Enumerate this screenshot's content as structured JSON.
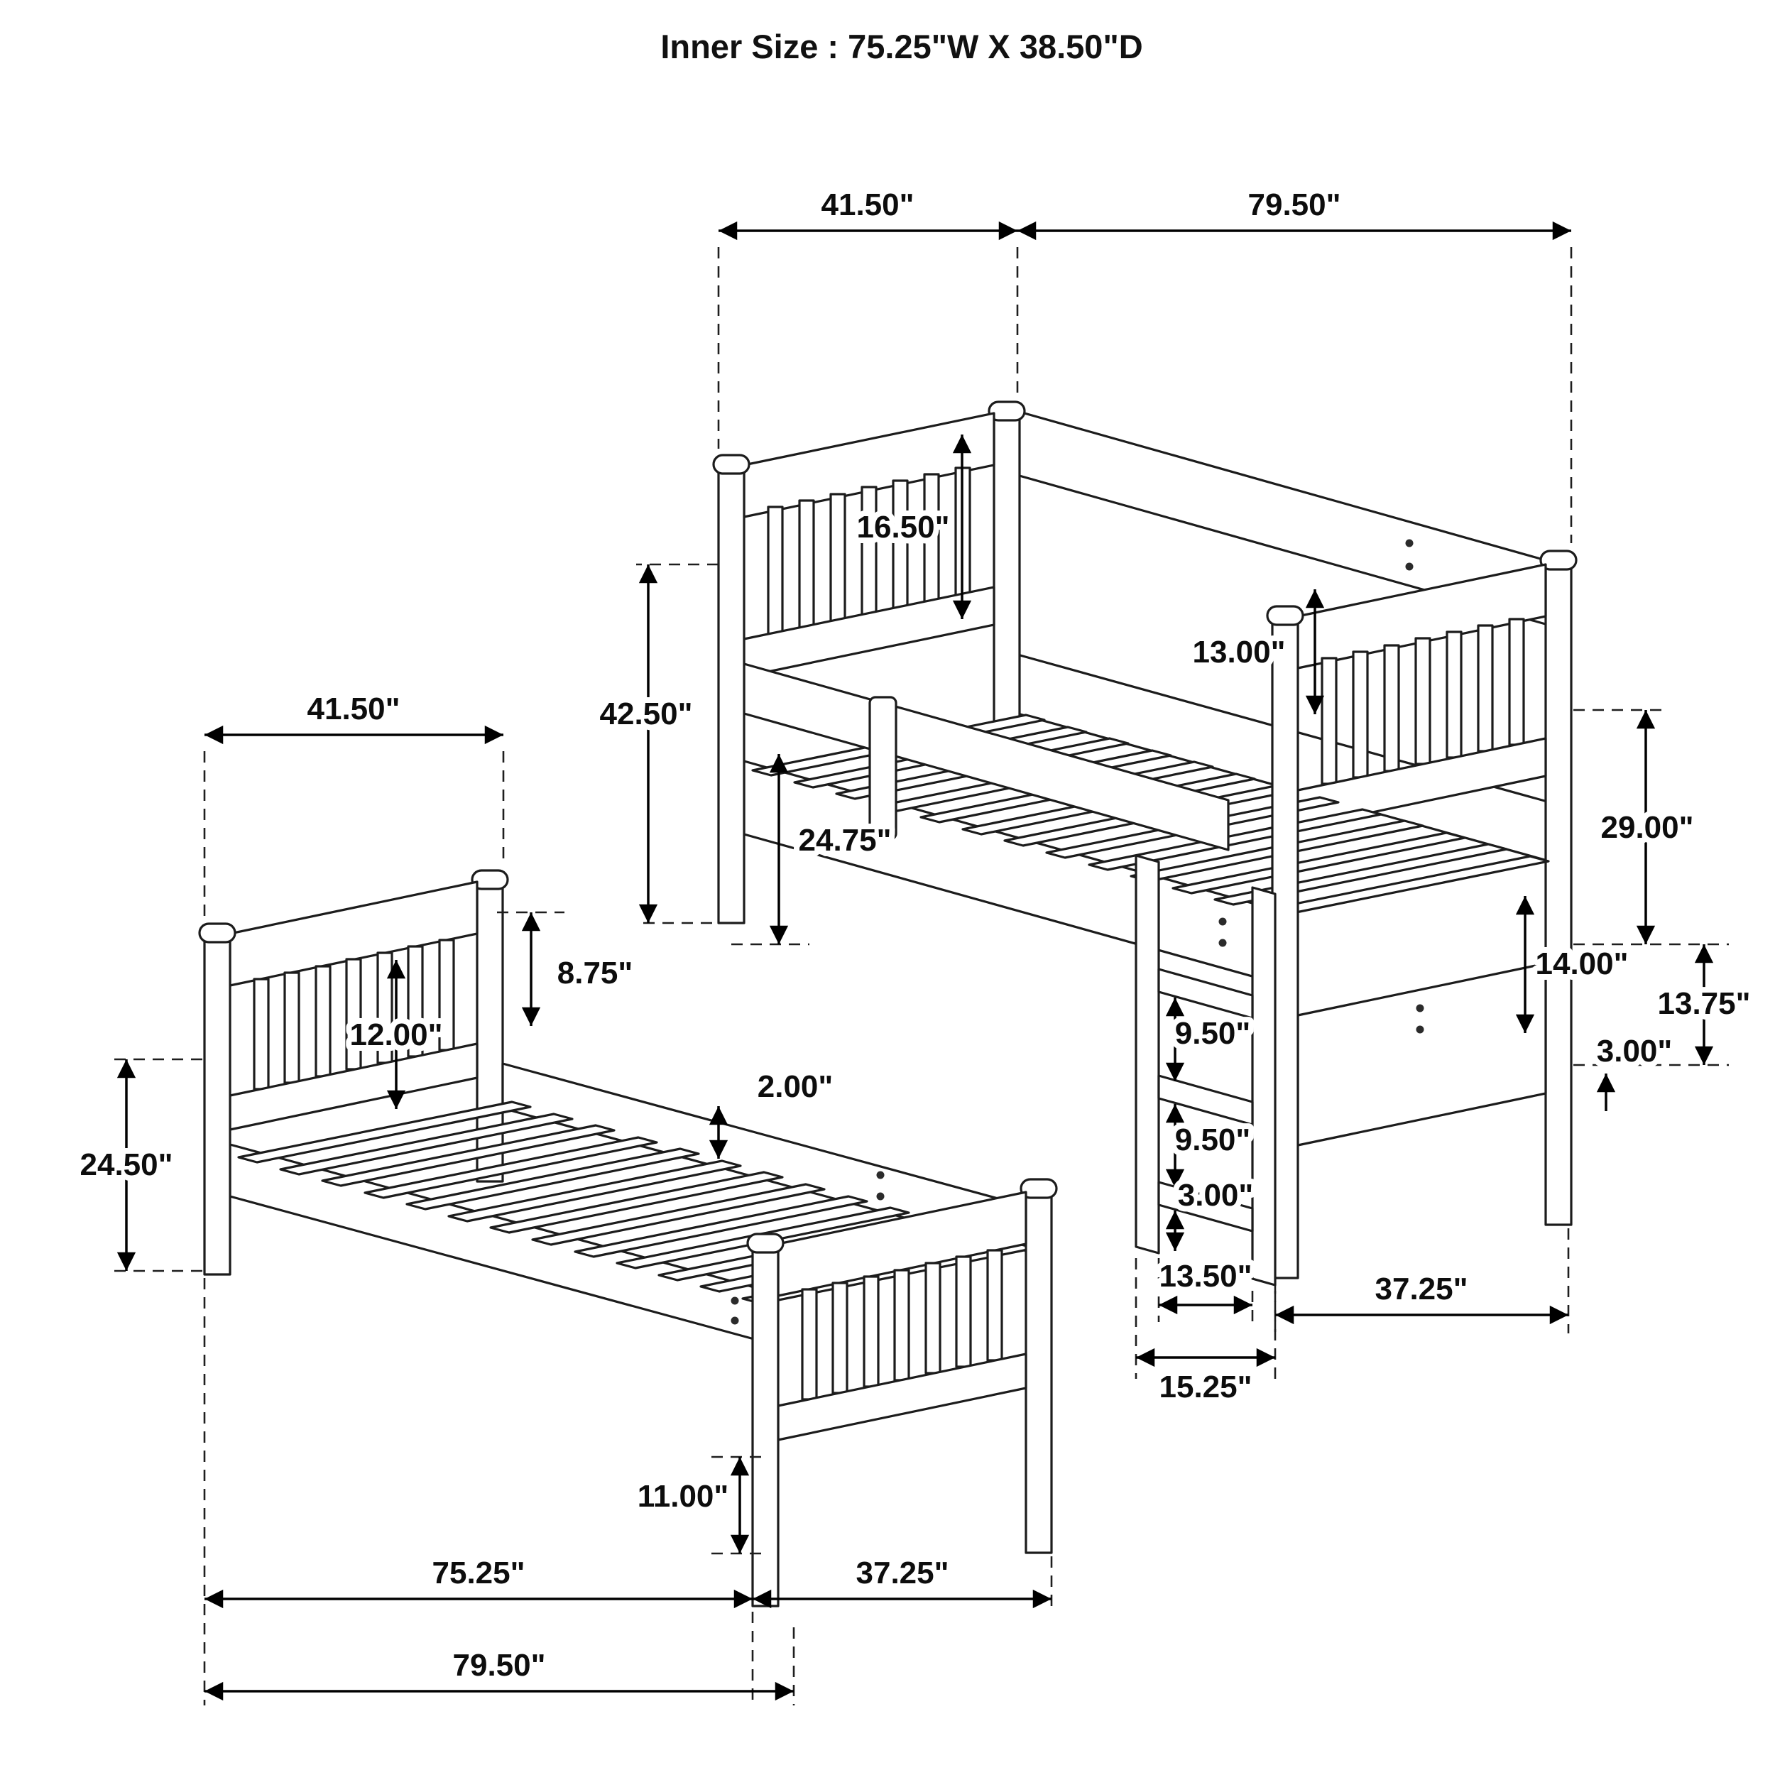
{
  "title": "Inner Size : 75.25\"W X  38.50\"D",
  "dims": {
    "upper_head_width": "41.50\"",
    "upper_length": "79.50\"",
    "upper_headboard_height": "16.50\"",
    "upper_rail_gap": "13.00\"",
    "upper_height": "42.50\"",
    "under_clearance": "24.75\"",
    "right_post_height": "29.00\"",
    "lower_head_width": "41.50\"",
    "rail_height": "8.75\"",
    "lower_headboard_panel": "12.00\"",
    "slat_thickness": "2.00\"",
    "lower_post_height": "24.50\"",
    "end_panel_height": "14.00\"",
    "right_lower_height": "13.75\"",
    "panel_edge": "3.00\"",
    "ladder_step_1": "9.50\"",
    "ladder_step_2": "9.50\"",
    "ladder_bottom": "3.00\"",
    "ladder_inner_width": "13.50\"",
    "ladder_outer_width": "15.25\"",
    "end_width": "37.25\"",
    "leg_height": "11.00\"",
    "bed_length": "75.25\"",
    "end_width_bottom": "37.25\"",
    "total_length": "79.50\""
  }
}
